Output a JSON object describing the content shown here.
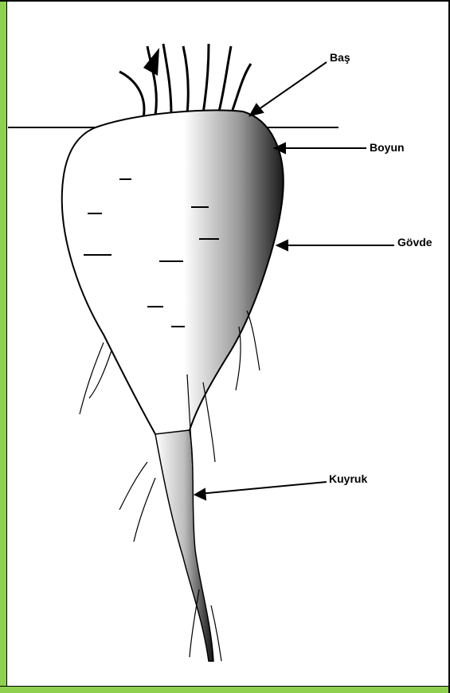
{
  "labels": {
    "head": "Baş",
    "neck": "Boyun",
    "body": "Gövde",
    "tail": "Kuyruk"
  },
  "colors": {
    "frame_accent": "#8fd14f",
    "ink": "#000000"
  }
}
